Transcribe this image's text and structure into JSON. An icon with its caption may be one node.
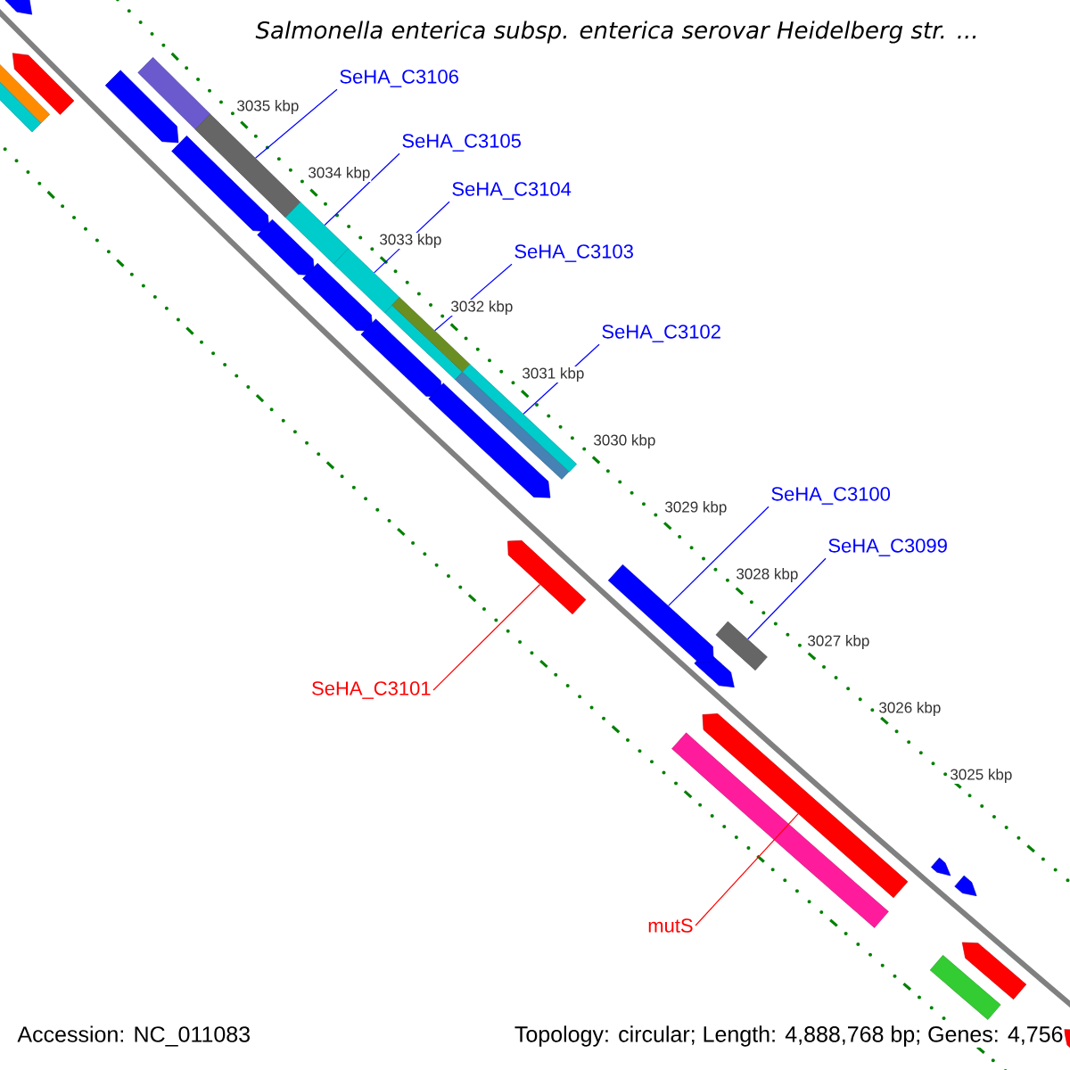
{
  "diagram": {
    "title": "Salmonella enterica subsp. enterica serovar Heidelberg str. ...",
    "nodes": [
      {
        "text": [
          "SeHA_C3106"
        ]
      },
      {
        "text": [
          "SeHA_C3105"
        ]
      },
      {
        "text": [
          "SeHA_C3104"
        ]
      },
      {
        "text": [
          "SeHA_C3103"
        ]
      },
      {
        "text": [
          "SeHA_C3102"
        ]
      },
      {
        "text": [
          "SeHA_C3100"
        ]
      },
      {
        "text": [
          "SeHA_C3099"
        ]
      },
      {
        "text": [
          "SeHA_C3101"
        ]
      },
      {
        "text": [
          "mutS"
        ]
      },
      {
        "text": [],
        "shape": "bar"
      },
      {
        "text": [],
        "shape": "bar"
      },
      {
        "text": [],
        "shape": "bar"
      },
      {
        "text": [],
        "shape": "bar"
      },
      {
        "text": [],
        "shape": "bar"
      },
      {
        "text": [],
        "shape": "bar"
      },
      {
        "text": [],
        "shape": "arrow"
      },
      {
        "text": [],
        "shape": "arrow"
      },
      {
        "text": [],
        "shape": "arrow"
      }
    ],
    "edges": [
      {
        "from": 0,
        "to": 9,
        "arrow": "none"
      },
      {
        "from": 1,
        "to": 10,
        "arrow": "none"
      },
      {
        "from": 2,
        "to": 11,
        "arrow": "none"
      },
      {
        "from": 3,
        "to": 12,
        "arrow": "none"
      },
      {
        "from": 4,
        "to": 13,
        "arrow": "none"
      },
      {
        "from": 5,
        "to": 16,
        "arrow": "none"
      },
      {
        "from": 6,
        "to": 14,
        "arrow": "none"
      },
      {
        "from": 7,
        "to": 15,
        "arrow": "none",
        "color": "#ff0000"
      },
      {
        "from": 8,
        "to": 17,
        "arrow": "none",
        "color": "#ff0000"
      }
    ],
    "labels": [
      "3035 kbp",
      "3034 kbp",
      "3033 kbp",
      "3032 kbp",
      "3031 kbp",
      "3030 kbp",
      "3029 kbp",
      "3028 kbp",
      "3027 kbp",
      "3026 kbp",
      "3025 kbp",
      "Accession: NC_011083",
      "Topology: circular; Length: 4,888,768 bp; Genes: 4,756"
    ]
  }
}
